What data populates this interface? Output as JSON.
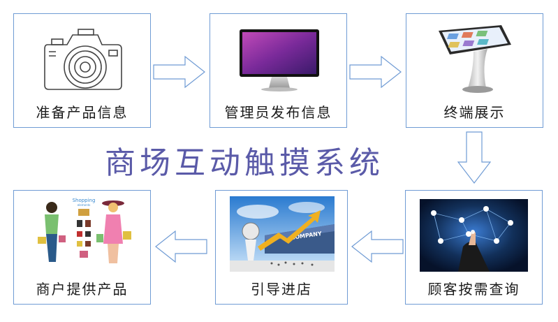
{
  "title": "商场互动触摸系统",
  "steps": [
    {
      "label": "准备产品信息",
      "icon": "camera-icon"
    },
    {
      "label": "管理员发布信息",
      "icon": "monitor-icon"
    },
    {
      "label": "终端展示",
      "icon": "kiosk-icon"
    },
    {
      "label": "顾客按需查询",
      "icon": "touch-screen-icon"
    },
    {
      "label": "引导进店",
      "icon": "business-growth-icon"
    },
    {
      "label": "商户提供产品",
      "icon": "shopping-women-icon"
    }
  ],
  "illustration_text": {
    "shopping_sign": "Shopping",
    "shopping_sub": "elements",
    "company_sign": "COMPANY"
  },
  "colors": {
    "border": "#6f9bd4",
    "arrow": "#6f9bd4",
    "title": "#5a5aa8"
  }
}
